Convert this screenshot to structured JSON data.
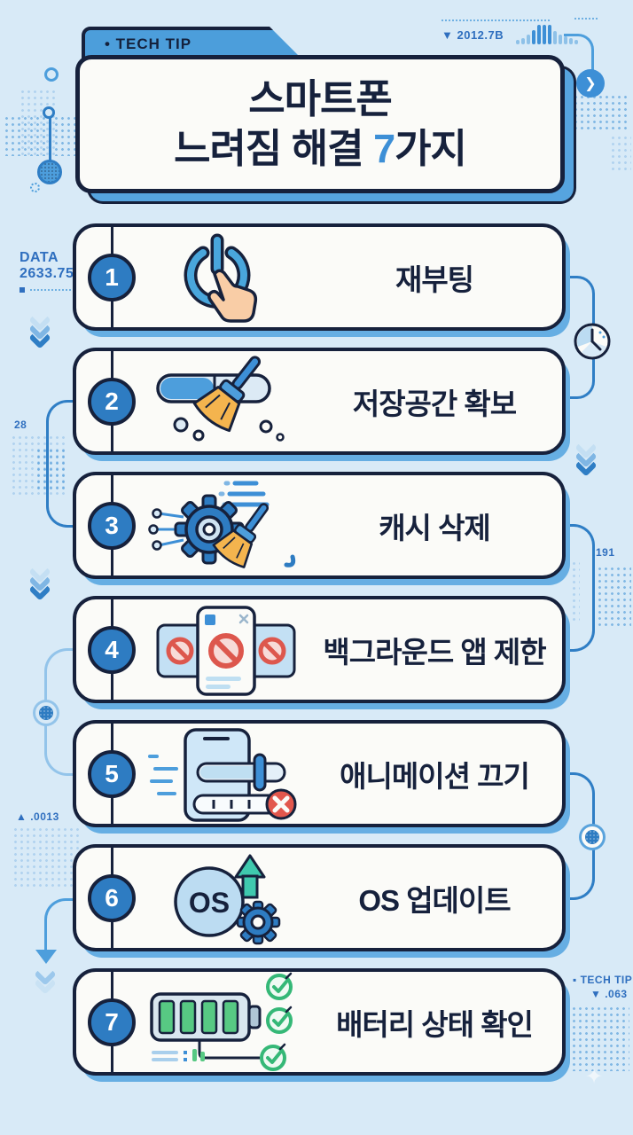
{
  "page": {
    "background": "#D8EAF7"
  },
  "header": {
    "tab_label": "• TECH TIP",
    "title_line1": "스마트폰",
    "title_line2_prefix": "느려짐 해결 ",
    "title_line2_number": "7",
    "title_line2_suffix": "가지",
    "stat_top_right": "▼ 2012.7B"
  },
  "decor": {
    "data_label": "DATA",
    "data_value": "2633.75",
    "left_mid_value": "28",
    "right_mid_value": "191",
    "left_lower_value": "▲ .0013",
    "bottom_right_label": "▪ TECH TIP",
    "bottom_right_value": "▼ .063",
    "arrow_button_glyph": "❯"
  },
  "steps": [
    {
      "number": "1",
      "label": "재부팅",
      "icon": "power-reboot-icon"
    },
    {
      "number": "2",
      "label": "저장공간 확보",
      "icon": "storage-clean-icon"
    },
    {
      "number": "3",
      "label": "캐시 삭제",
      "icon": "cache-clear-icon"
    },
    {
      "number": "4",
      "label": "백그라운드 앱 제한",
      "icon": "background-app-limit-icon"
    },
    {
      "number": "5",
      "label": "애니메이션 끄기",
      "icon": "animation-off-icon"
    },
    {
      "number": "6",
      "label": "OS 업데이트",
      "icon": "os-update-icon",
      "icon_text": "OS"
    },
    {
      "number": "7",
      "label": "배터리 상태 확인",
      "icon": "battery-check-icon"
    }
  ],
  "colors": {
    "background": "#D8EAF7",
    "navy": "#16213C",
    "accent_blue": "#3D8FD6",
    "badge_blue": "#2E7CC2",
    "shadow_blue": "#66AEE3",
    "stat_blue": "#2F6FBF",
    "alert_red": "#DD574D",
    "check_green": "#35B877",
    "arrow_teal": "#3FC9AE",
    "broom_orange": "#F4B44E"
  }
}
